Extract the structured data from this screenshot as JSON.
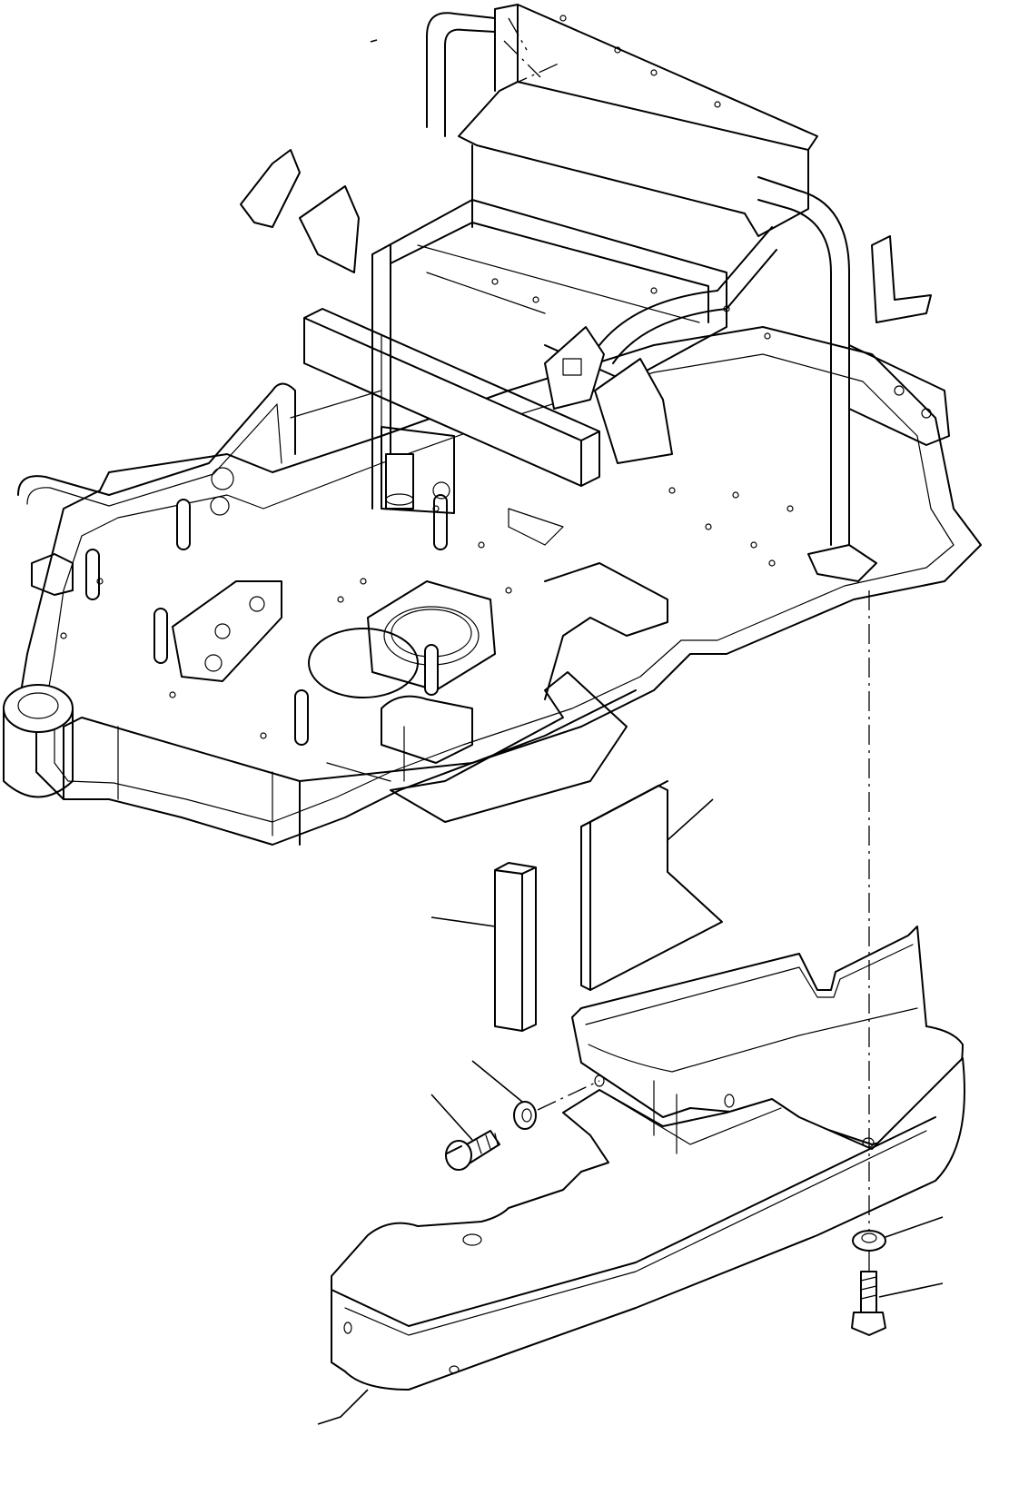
{
  "diagram": {
    "type": "exploded-parts-drawing",
    "parts": [
      "main-frame",
      "rear-cover",
      "pad-l-shaped",
      "pad-bar",
      "bolt-front",
      "washer-front",
      "washer-bottom",
      "bolt-bottom"
    ],
    "callouts": [
      "",
      "",
      "",
      "",
      "",
      "",
      ""
    ]
  }
}
